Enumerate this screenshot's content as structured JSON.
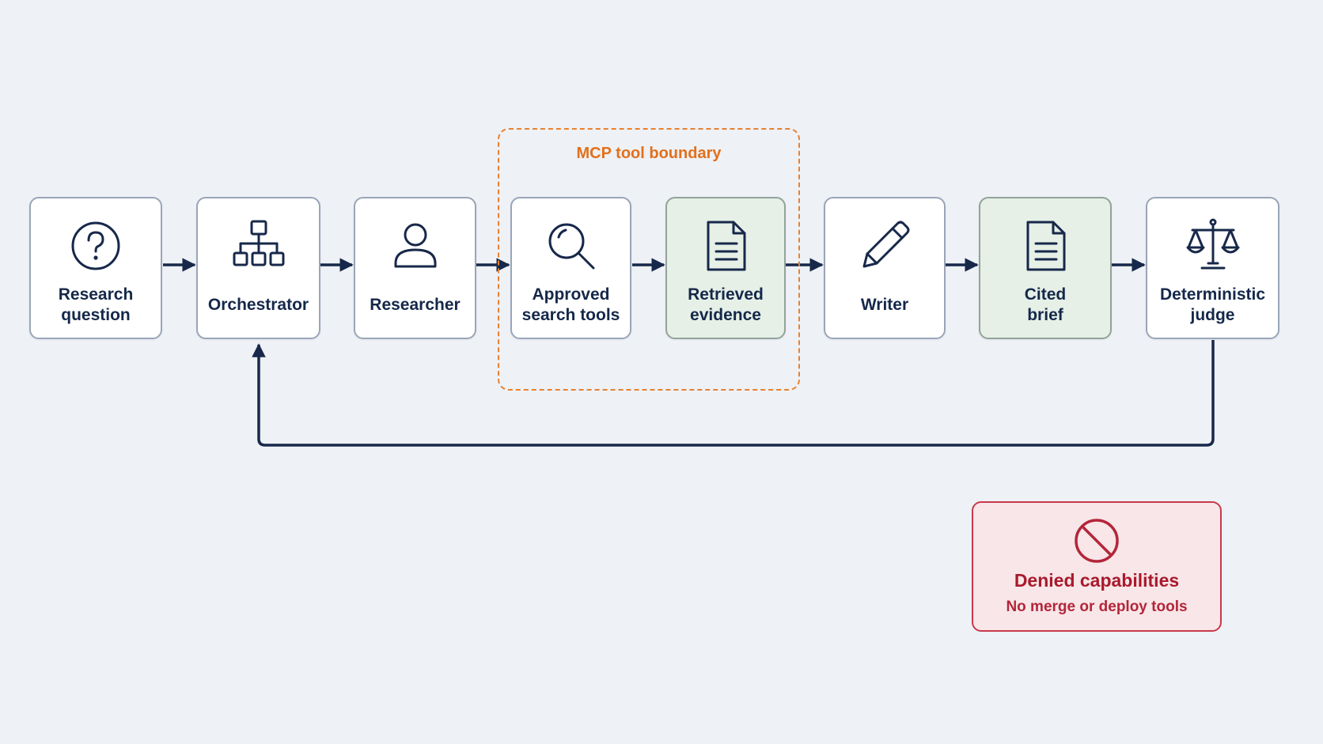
{
  "boundary": {
    "label": "MCP tool boundary"
  },
  "nodes": [
    {
      "label": "Research\nquestion",
      "icon": "question-icon"
    },
    {
      "label": "Orchestrator",
      "icon": "hierarchy-icon"
    },
    {
      "label": "Researcher",
      "icon": "person-icon"
    },
    {
      "label": "Approved\nsearch tools",
      "icon": "search-icon"
    },
    {
      "label": "Retrieved\nevidence",
      "icon": "document-icon"
    },
    {
      "label": "Writer",
      "icon": "pencil-icon"
    },
    {
      "label": "Cited\nbrief",
      "icon": "document-icon"
    },
    {
      "label": "Deterministic\njudge",
      "icon": "scales-icon"
    }
  ],
  "denied": {
    "title": "Denied capabilities",
    "subtitle": "No merge or deploy tools",
    "icon": "prohibited-icon"
  },
  "colors": {
    "background": "#eef1f6",
    "node_fill": "#ffffff",
    "node_border": "#9aa6b8",
    "artifact_fill": "#e6f0e7",
    "arrow": "#17284a",
    "boundary": "#e8812f",
    "denied_border": "#c9394a",
    "denied_fill": "#f8e6e8",
    "denied_text": "#a9192c"
  }
}
